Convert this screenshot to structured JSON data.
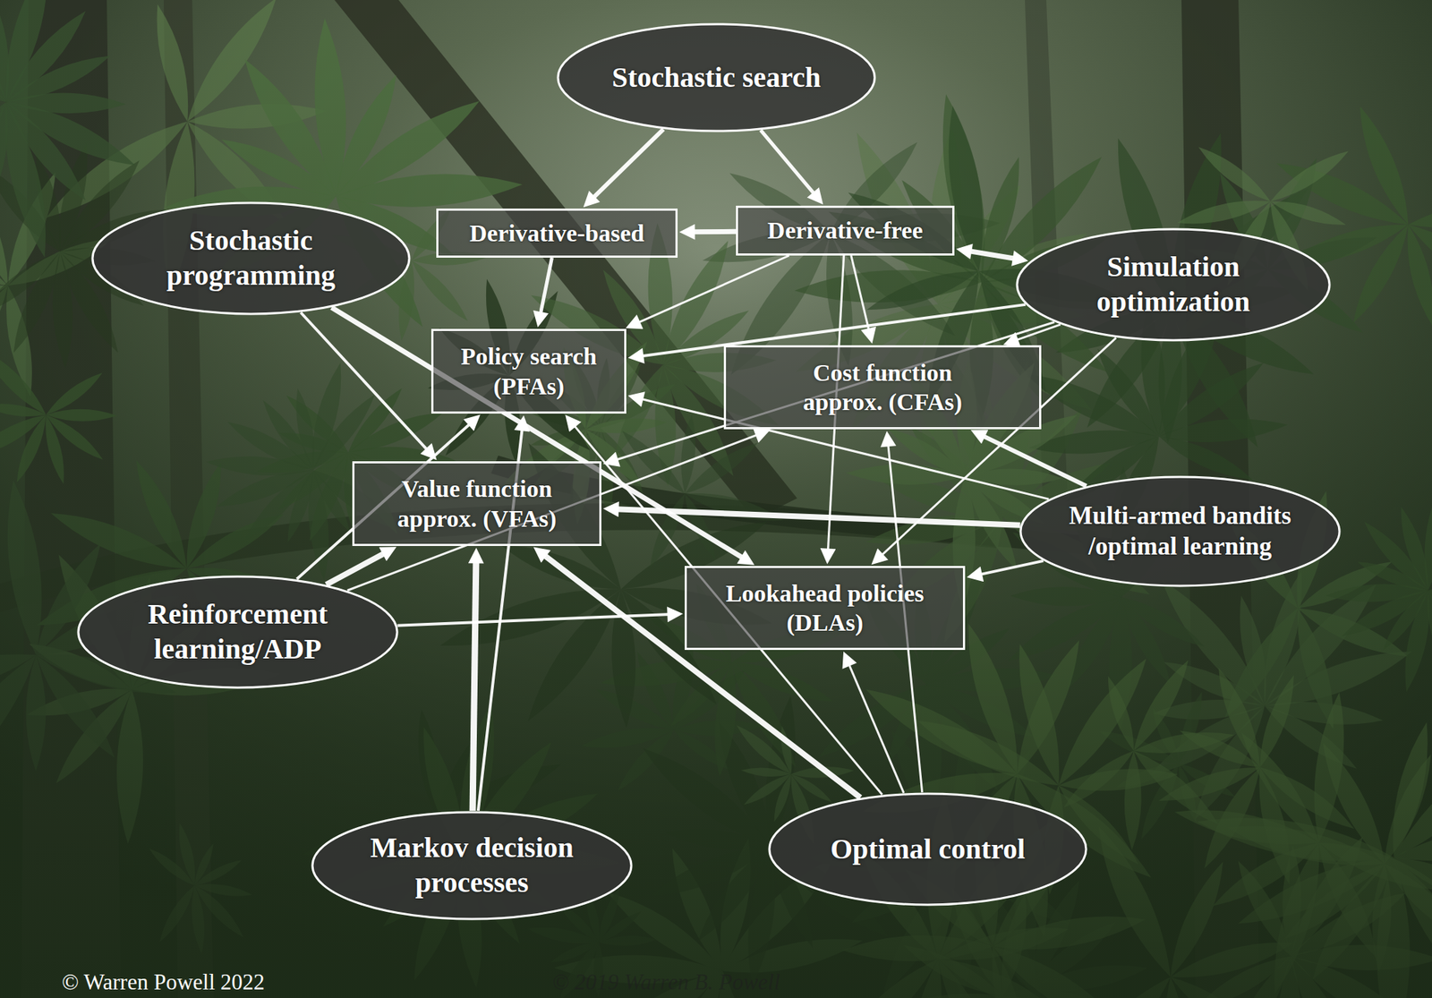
{
  "diagram": {
    "nodes": [
      {
        "text": [
          "Stochastic search"
        ]
      },
      {
        "text": [
          "Stochastic programming"
        ]
      },
      {
        "text": [
          "Derivative-based"
        ]
      },
      {
        "text": [
          "Derivative-free"
        ]
      },
      {
        "text": [
          "Simulation optimization"
        ]
      },
      {
        "text": [
          "Policy search (PFAs)"
        ]
      },
      {
        "text": [
          "Cost function approx. (CFAs)"
        ]
      },
      {
        "text": [
          "Value function approx. (VFAs)"
        ]
      },
      {
        "text": [
          "Multi-armed bandits /optimal learning"
        ]
      },
      {
        "text": [
          "Lookahead policies (DLAs)"
        ]
      },
      {
        "text": [
          "Reinforcement learning/ADP"
        ]
      },
      {
        "text": [
          "Markov decision processes"
        ]
      },
      {
        "text": [
          "Optimal control"
        ]
      }
    ],
    "edges": [
      {
        "from": 0,
        "to": 2,
        "arrow": "to"
      },
      {
        "from": 0,
        "to": 3,
        "arrow": "to"
      },
      {
        "from": 3,
        "to": 2,
        "arrow": "to"
      },
      {
        "from": 3,
        "to": 4,
        "arrow": "both"
      },
      {
        "from": 2,
        "to": 5,
        "arrow": "to"
      },
      {
        "from": 3,
        "to": 5,
        "arrow": "to"
      },
      {
        "from": 3,
        "to": 6,
        "arrow": "to"
      },
      {
        "from": 3,
        "to": 9,
        "arrow": "to"
      },
      {
        "from": 4,
        "to": 5,
        "arrow": "to"
      },
      {
        "from": 4,
        "to": 6,
        "arrow": "to"
      },
      {
        "from": 4,
        "to": 7,
        "arrow": "to"
      },
      {
        "from": 4,
        "to": 9,
        "arrow": "to"
      },
      {
        "from": 1,
        "to": 7,
        "arrow": "to"
      },
      {
        "from": 1,
        "to": 9,
        "arrow": "to"
      },
      {
        "from": 10,
        "to": 7,
        "arrow": "to"
      },
      {
        "from": 10,
        "to": 5,
        "arrow": "to"
      },
      {
        "from": 10,
        "to": 6,
        "arrow": "to"
      },
      {
        "from": 10,
        "to": 9,
        "arrow": "to"
      },
      {
        "from": 8,
        "to": 7,
        "arrow": "to"
      },
      {
        "from": 8,
        "to": 6,
        "arrow": "to"
      },
      {
        "from": 8,
        "to": 9,
        "arrow": "to"
      },
      {
        "from": 8,
        "to": 5,
        "arrow": "to"
      },
      {
        "from": 11,
        "to": 7,
        "arrow": "to"
      },
      {
        "from": 11,
        "to": 5,
        "arrow": "to"
      },
      {
        "from": 12,
        "to": 7,
        "arrow": "to"
      },
      {
        "from": 12,
        "to": 6,
        "arrow": "to"
      },
      {
        "from": 12,
        "to": 9,
        "arrow": "to"
      },
      {
        "from": 12,
        "to": 5,
        "arrow": "to"
      }
    ],
    "labels": [
      "© Warren Powell 2022",
      "© 2019 Warren B. Powell"
    ]
  }
}
